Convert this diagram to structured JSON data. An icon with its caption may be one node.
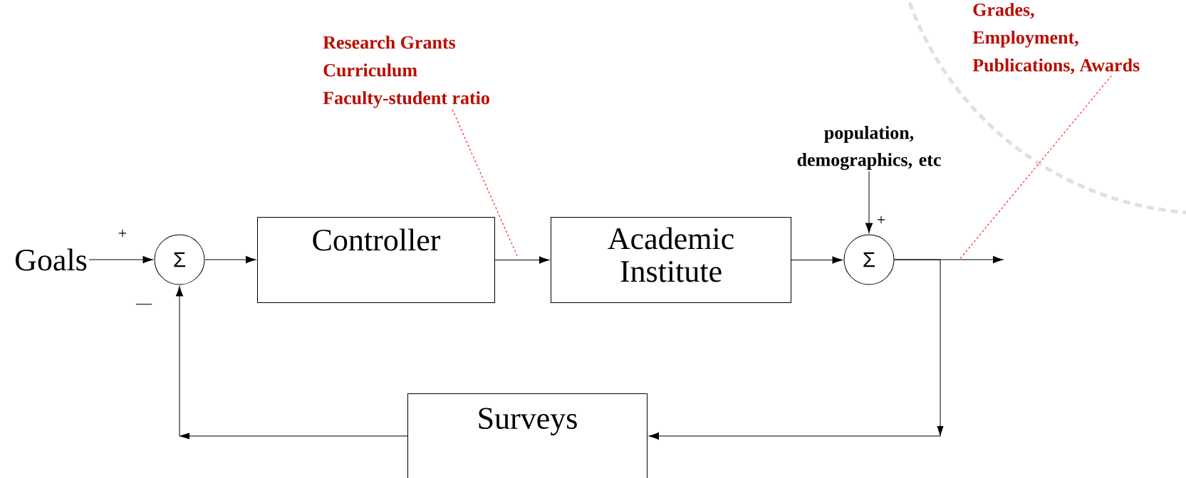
{
  "diagram": {
    "nodes": [
      {
        "text": [
          "Goals"
        ]
      },
      {
        "text": [
          "Σ"
        ]
      },
      {
        "text": [
          "Controller"
        ]
      },
      {
        "text": [
          "Academic Institute"
        ]
      },
      {
        "text": [
          "Σ"
        ]
      },
      {
        "text": [
          "population, demographics, etc"
        ]
      },
      {
        "text": [
          "Surveys"
        ]
      },
      {
        "text": [
          "Research Grants",
          "Curriculum",
          "Faculty-student ratio"
        ]
      },
      {
        "text": [
          "Grades,",
          "Employment,",
          "Publications, Awards"
        ]
      }
    ],
    "edges": [
      {
        "from": 0,
        "to": 1,
        "arrow": "to"
      },
      {
        "from": 1,
        "to": 2,
        "arrow": "to"
      },
      {
        "from": 2,
        "to": 3,
        "arrow": "to"
      },
      {
        "from": 3,
        "to": 4,
        "arrow": "to"
      },
      {
        "from": 5,
        "to": 4,
        "arrow": "to"
      },
      {
        "from": 4,
        "to": null,
        "arrow": "to"
      },
      {
        "from": 4,
        "to": 6,
        "arrow": "to"
      },
      {
        "from": 6,
        "to": 1,
        "arrow": "to"
      },
      {
        "from": 7,
        "to": null,
        "arrow": "none",
        "style": "dashed",
        "color": "#ff0000"
      },
      {
        "from": 8,
        "to": null,
        "arrow": "none",
        "style": "dashed",
        "color": "#ff0000"
      }
    ],
    "labels": [
      "+",
      "—",
      "+"
    ]
  }
}
